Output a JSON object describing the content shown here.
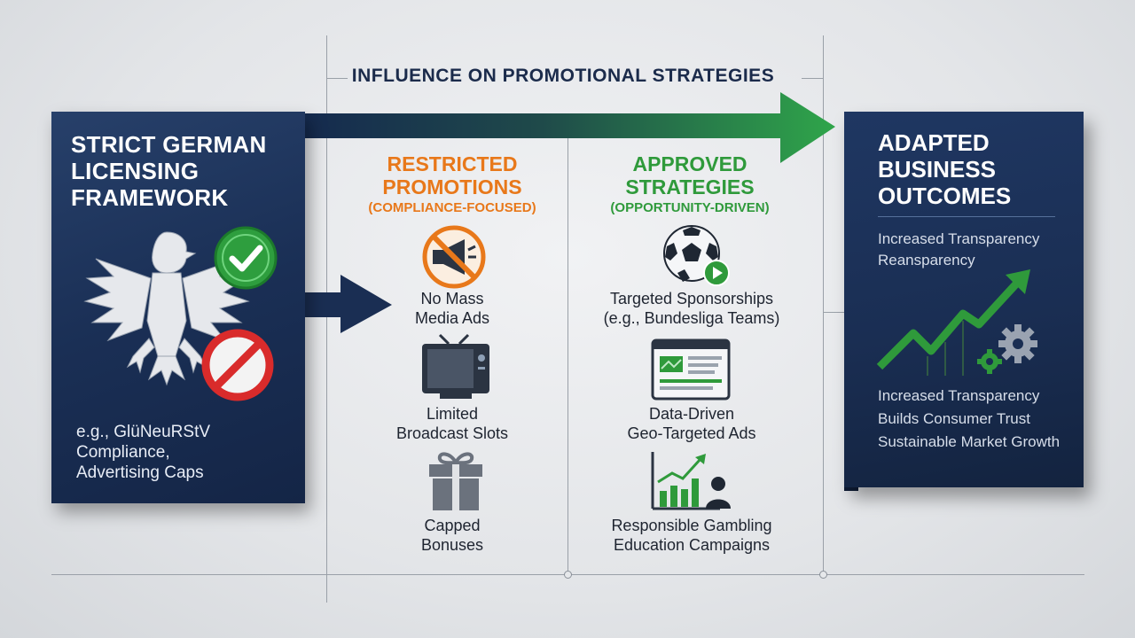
{
  "header": {
    "title": "INFLUENCE ON PROMOTIONAL STRATEGIES"
  },
  "left_panel": {
    "title": "STRICT GERMAN LICENSING FRAMEWORK",
    "note_lines": [
      "e.g., GlüNeuRStV",
      "Compliance,",
      "Advertising Caps"
    ],
    "icons": [
      "eagle-emblem",
      "check-icon",
      "prohibited-icon"
    ]
  },
  "restricted": {
    "title_line1": "RESTRICTED",
    "title_line2": "PROMOTIONS",
    "subtitle": "(COMPLIANCE-FOCUSED)",
    "items": [
      {
        "line1": "No Mass",
        "line2": "Media Ads",
        "icon": "no-megaphone-icon"
      },
      {
        "line1": "Limited",
        "line2": "Broadcast Slots",
        "icon": "tv-icon"
      },
      {
        "line1": "Capped",
        "line2": "Bonuses",
        "icon": "gift-icon"
      }
    ]
  },
  "approved": {
    "title_line1": "APPROVED",
    "title_line2": "STRATEGIES",
    "subtitle": "(OPPORTUNITY-DRIVEN)",
    "items": [
      {
        "line1": "Targeted Sponsorships",
        "line2": "(e.g., Bundesliga Teams)",
        "icon": "soccer-ball-icon"
      },
      {
        "line1": "Data-Driven",
        "line2": "Geo-Targeted Ads",
        "icon": "browser-ad-icon"
      },
      {
        "line1": "Responsible Gambling",
        "line2": "Education Campaigns",
        "icon": "growth-chart-person-icon"
      }
    ]
  },
  "right_panel": {
    "title_lines": [
      "ADAPTED",
      "BUSINESS",
      "OUTCOMES"
    ],
    "top_lines": [
      "Increased Transparency",
      "Reansparency"
    ],
    "bottom_lines": [
      "Increased Transparency",
      "Builds Consumer Trust",
      "Sustainable Market Growth"
    ],
    "icons": [
      "trend-arrow-icon",
      "gears-icon"
    ]
  },
  "colors": {
    "navy": "#1a2f55",
    "orange": "#e8781a",
    "green": "#2f9a3b",
    "red": "#d92b2b"
  }
}
